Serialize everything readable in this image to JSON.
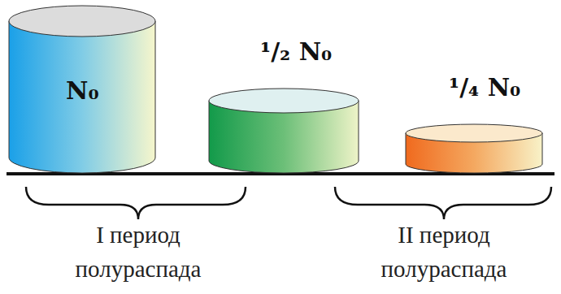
{
  "diagram": {
    "nodes": [
      {
        "text": [
          "N₀"
        ]
      },
      {
        "text": [
          "¹/₂ N₀"
        ]
      },
      {
        "text": [
          "¹/₄ N₀"
        ]
      }
    ],
    "labels": [
      "I период полураспада",
      "II период полураспада"
    ]
  }
}
